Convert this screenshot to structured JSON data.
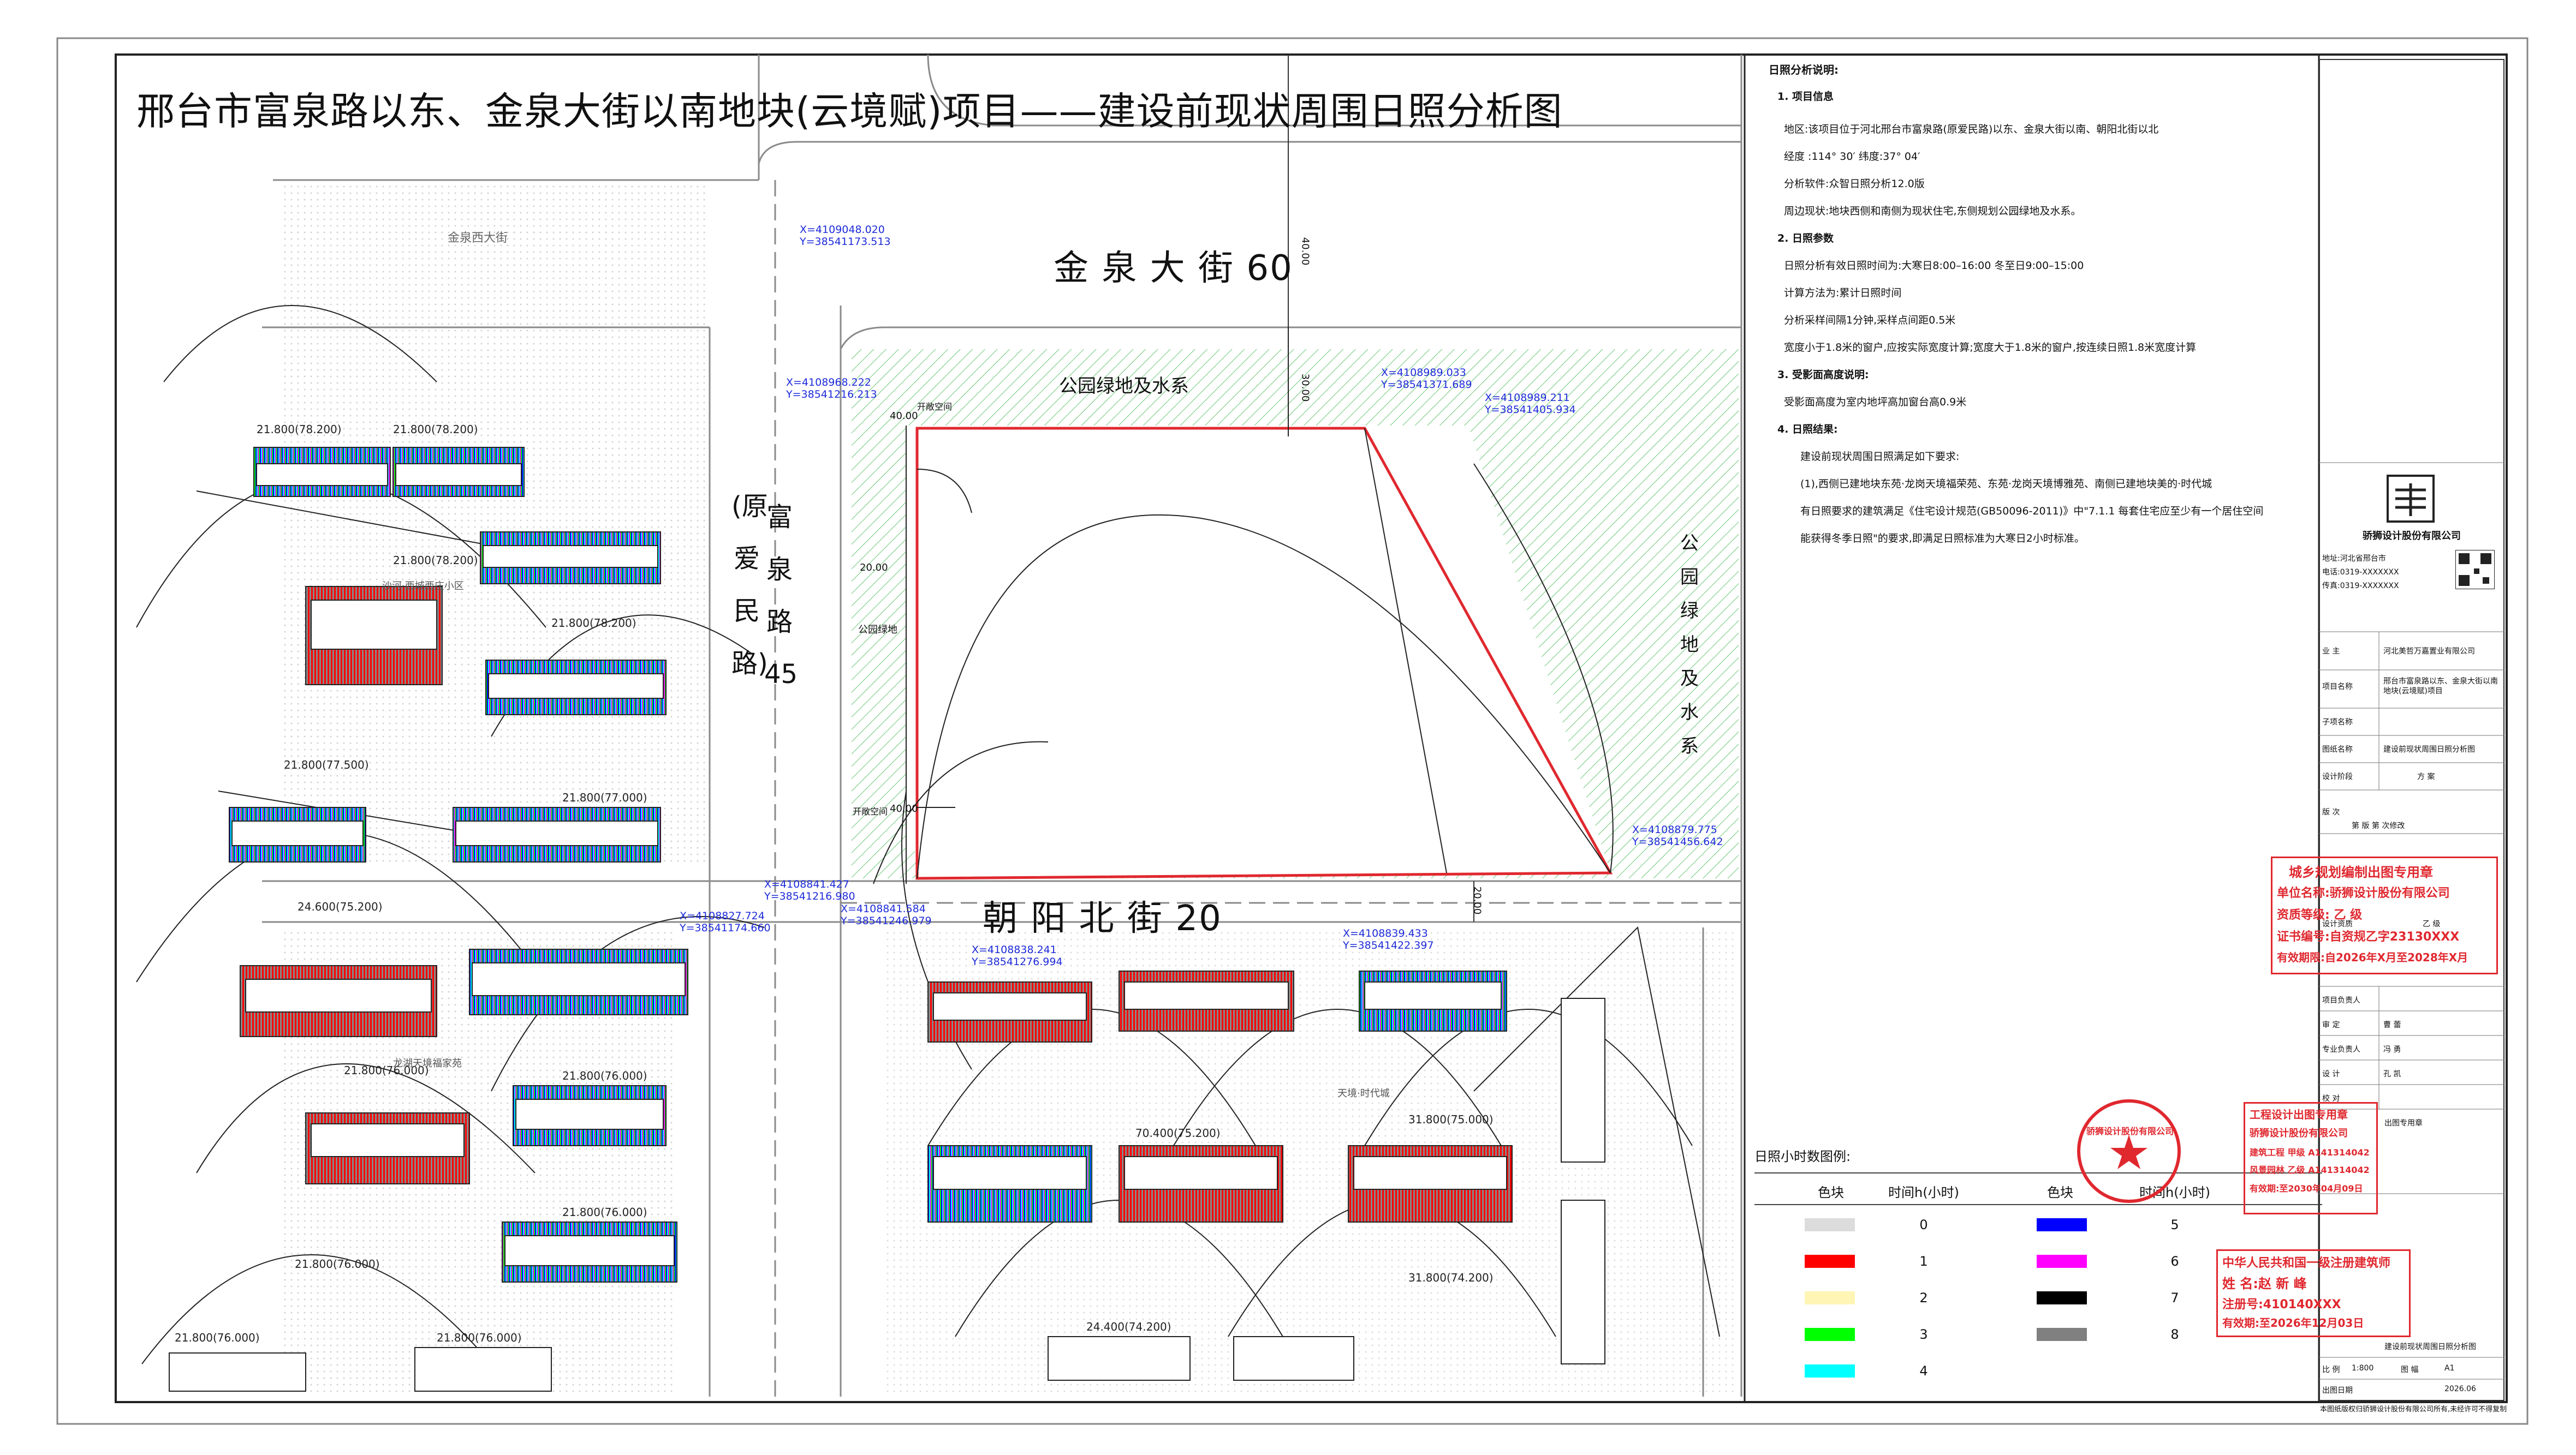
{
  "title": "邢台市富泉路以东、金泉大街以南地块(云境赋)项目——建设前现状周围日照分析图",
  "roads": {
    "north_road": "金 泉 大 街 60",
    "north_road_old": "金泉西大街",
    "south_road": "朝 阳 北 街 20",
    "west_road_main": "富 泉 路 45",
    "west_road_alias": "(原 爱 民 路)",
    "road_width_north_a": "40.00",
    "road_width_north_b": "30.00",
    "road_width_south": "20.00",
    "setback_west_a": "20.00",
    "setback_west_b": "40.00",
    "setback_west_c": "40.00",
    "setback_label_a": "开敞空间",
    "setback_label_b": "开敞空间"
  },
  "site": {
    "park_top": "公园绿地及水系",
    "park_east": "公 园 绿 地 及 水 系",
    "park_west": "公园绿地"
  },
  "coordinates": [
    {
      "x": "X=4109048.020",
      "y": "Y=38541173.513"
    },
    {
      "x": "X=4108968.222",
      "y": "Y=38541216.213"
    },
    {
      "x": "X=4108989.033",
      "y": "Y=38541371.689"
    },
    {
      "x": "X=4108989.211",
      "y": "Y=38541405.934"
    },
    {
      "x": "X=4108879.775",
      "y": "Y=38541456.642"
    },
    {
      "x": "X=4108841.427",
      "y": "Y=38541216.980"
    },
    {
      "x": "X=4108827.724",
      "y": "Y=38541174.660"
    },
    {
      "x": "X=4108841.584",
      "y": "Y=38541246.979"
    },
    {
      "x": "X=4108838.241",
      "y": "Y=38541276.994"
    },
    {
      "x": "X=4108839.433",
      "y": "Y=38541422.397"
    }
  ],
  "building_heights": [
    "21.800(78.200)",
    "21.800(78.200)",
    "21.800(78.200)",
    "21.800(78.200)",
    "21.800(77.500)",
    "21.800(77.000)",
    "24.600(75.200)",
    "21.800(76.000)",
    "21.800(76.000)",
    "21.800(76.000)",
    "70.400(75.200)",
    "31.800(75.000)",
    "31.800(74.200)",
    "24.400(74.200)",
    "21.800(76.000)",
    "21.800(76.000)",
    "21.800(76.000)"
  ],
  "place_names": [
    "沙河·西城西庄小区",
    "龙湖天境福家苑",
    "天境·时代城"
  ],
  "notes": {
    "heading": "日照分析说明:",
    "lines": [
      {
        "t": "1. 项目信息",
        "h": true
      },
      {
        "t": "地区:该项目位于河北邢台市富泉路(原爱民路)以东、金泉大街以南、朝阳北街以北",
        "h": false
      },
      {
        "t": "经度 :114° 30′  纬度:37° 04′",
        "h": false
      },
      {
        "t": "分析软件:众智日照分析12.0版",
        "h": false
      },
      {
        "t": "周边现状:地块西侧和南侧为现状住宅,东侧规划公园绿地及水系。",
        "h": false
      },
      {
        "t": "2. 日照参数",
        "h": true
      },
      {
        "t": "日照分析有效日照时间为:大寒日8:00–16:00 冬至日9:00–15:00",
        "h": false
      },
      {
        "t": "计算方法为:累计日照时间",
        "h": false
      },
      {
        "t": "分析采样间隔1分钟,采样点间距0.5米",
        "h": false
      },
      {
        "t": "宽度小于1.8米的窗户,应按实际宽度计算;宽度大于1.8米的窗户,按连续日照1.8米宽度计算",
        "h": false
      },
      {
        "t": "3. 受影面高度说明:",
        "h": true
      },
      {
        "t": "受影面高度为室内地坪高加窗台高0.9米",
        "h": false
      },
      {
        "t": "4. 日照结果:",
        "h": true
      },
      {
        "t": "建设前现状周围日照满足如下要求:",
        "h": false
      },
      {
        "t": "(1),西侧已建地块东苑·龙岗天境福荣苑、东苑·龙岗天境博雅苑、南侧已建地块美的·时代城",
        "h": false
      },
      {
        "t": "有日照要求的建筑满足《住宅设计规范(GB50096-2011)》中\"7.1.1 每套住宅应至少有一个居住空间",
        "h": false
      },
      {
        "t": "能获得冬季日照\"的要求,即满足日照标准为大寒日2小时标准。",
        "h": false
      }
    ]
  },
  "legend": {
    "title": "日照小时数图例:",
    "col_color": "色块",
    "col_hours": "时间h(小时)",
    "items": [
      {
        "hours": "0",
        "color": "#dcdcdc"
      },
      {
        "hours": "1",
        "color": "#ff0000"
      },
      {
        "hours": "2",
        "color": "#fff5b5"
      },
      {
        "hours": "3",
        "color": "#00ff00"
      },
      {
        "hours": "4",
        "color": "#00ffff"
      },
      {
        "hours": "5",
        "color": "#0000ff"
      },
      {
        "hours": "6",
        "color": "#ff00ff"
      },
      {
        "hours": "7",
        "color": "#000000"
      },
      {
        "hours": "8",
        "color": "#808080"
      }
    ]
  },
  "title_block": {
    "company": "骄狮设计股份有限公司",
    "contact_lines": [
      "地址:河北省邢台市",
      "电话:0319-XXXXXXX",
      "传真:0319-XXXXXXX"
    ],
    "client_label": "业 主",
    "client": "河北美哲万嘉置业有限公司",
    "project_label": "项目名称",
    "project": "邢台市富泉路以东、金泉大街以南地块(云境赋)项目",
    "subproject_label": "子项名称",
    "drawing_label": "图纸名称",
    "drawing": "建设前现状周围日照分析图",
    "stage_label": "设计阶段",
    "stage": "方 案",
    "version_label": "版 次",
    "version": "第 版 第 次修改",
    "cert_label": "设计资质",
    "cert_grade": "乙 级",
    "roles": [
      {
        "role": "项目负责人",
        "name": ""
      },
      {
        "role": "审 定",
        "name": "曹 蕾"
      },
      {
        "role": "专业负责人",
        "name": "冯 勇"
      },
      {
        "role": "设 计",
        "name": "孔 凯"
      },
      {
        "role": "校 对",
        "name": ""
      }
    ],
    "drawing_no_label": "出图专用章",
    "scale_label": "比 例",
    "scale": "1:800",
    "sheet_label": "图 幅",
    "sheet": "A1",
    "date_label": "出图日期",
    "date": "2026.06",
    "footer": "本图纸版权归骄狮设计股份有限公司所有,未经许可不得复制"
  },
  "stamps": {
    "planning_1": "城乡规划编制出图专用章",
    "planning_2": "单位名称:骄狮设计股份有限公司",
    "planning_3": "资质等级: 乙 级",
    "planning_4": "证书编号:自资规乙字23130XXX",
    "planning_5": "有效期限:自2026年X月至2028年X月",
    "round_seal": "骄狮设计股份有限公司",
    "eng_1": "工程设计出图专用章",
    "eng_2": "骄狮设计股份有限公司",
    "eng_3": "建筑工程 甲级 A141314042",
    "eng_4": "风景园林 乙级 A141314042",
    "eng_5": "有效期:至2030年04月09日",
    "arch_1": "中华人民共和国一级注册建筑师",
    "arch_2": "姓 名:赵 新 峰",
    "arch_3": "注册号:410140XXX",
    "arch_4": "有效期:至2026年12月03日"
  },
  "colors": {
    "frame": "#222222",
    "green_hatch": "#39b54a",
    "site_red": "#e0282f",
    "coord_blue": "#1e2bd9",
    "stamp_red": "#e0282f"
  }
}
